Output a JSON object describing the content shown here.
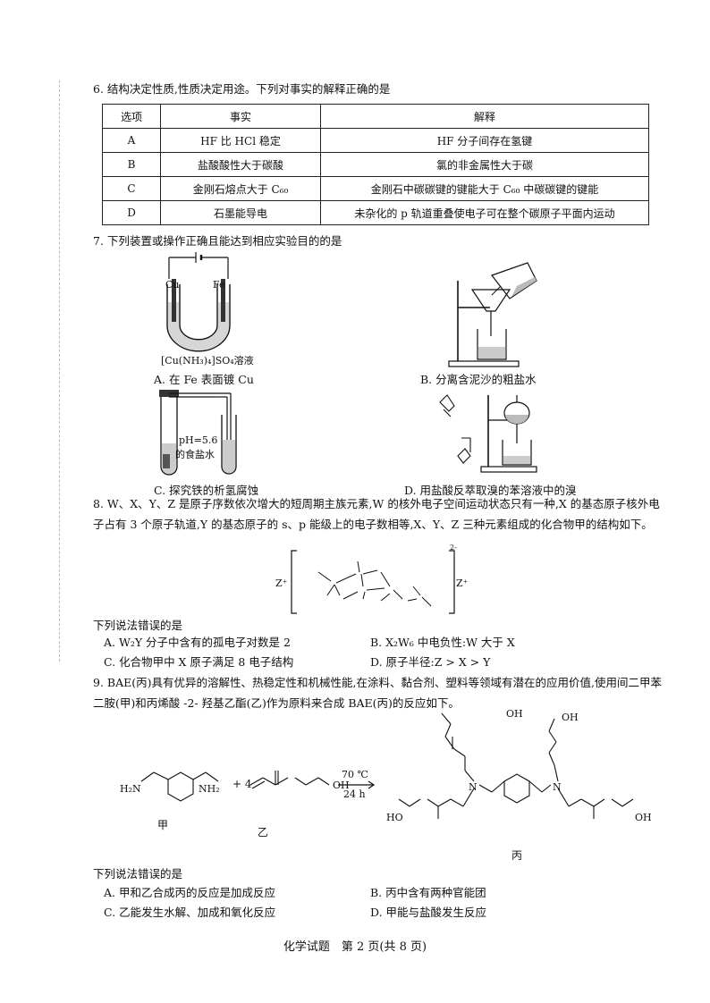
{
  "q6": {
    "stem": "6. 结构决定性质,性质决定用途。下列对事实的解释正确的是",
    "headers": [
      "选项",
      "事实",
      "解释"
    ],
    "rows": [
      [
        "A",
        "HF 比 HCl 稳定",
        "HF 分子间存在氢键"
      ],
      [
        "B",
        "盐酸酸性大于碳酸",
        "氯的非金属性大于碳"
      ],
      [
        "C",
        "金刚石熔点大于 C₆₀",
        "金刚石中碳碳键的键能大于 C₆₀ 中碳碳键的键能"
      ],
      [
        "D",
        "石墨能导电",
        "未杂化的 p 轨道重叠使电子可在整个碳原子平面内运动"
      ]
    ]
  },
  "q7": {
    "stem": "7. 下列装置或操作正确且能达到相应实验目的的是",
    "fig_a_labels": {
      "left": "Cu",
      "right": "Fe",
      "solution": "[Cu(NH₃)₄]SO₄溶液"
    },
    "fig_c_labels": {
      "ph": "pH=5.6",
      "salt": "的食盐水"
    },
    "caption_a": "A. 在 Fe 表面镀 Cu",
    "caption_b": "B. 分离含泥沙的粗盐水",
    "caption_c": "C. 探究铁的析氢腐蚀",
    "caption_d": "D. 用盐酸反萃取溴的苯溶液中的溴"
  },
  "q8": {
    "stem": "8. W、X、Y、Z 是原子序数依次增大的短周期主族元素,W 的核外电子空间运动状态只有一种,X 的基态原子核外电子占有 3 个原子轨道,Y 的基态原子的 s、p 能级上的电子数相等,X、Y、Z 三种元素组成的化合物甲的结构如下。",
    "structure": {
      "cation": "Z⁺",
      "charge": "2-"
    },
    "prompt": "下列说法错误的是",
    "options": {
      "A": "A. W₂Y 分子中含有的孤电子对数是 2",
      "B": "B. X₂W₆ 中电负性:W 大于 X",
      "C": "C. 化合物甲中 X 原子满足 8 电子结构",
      "D": "D. 原子半径:Z > X > Y"
    }
  },
  "q9": {
    "stem": "9. BAE(丙)具有优异的溶解性、热稳定性和机械性能,在涂料、黏合剂、塑料等领域有潜在的应用价值,使用间二甲苯二胺(甲)和丙烯酸 -2- 羟基乙酯(乙)作为原料来合成 BAE(丙)的反应如下。",
    "reaction": {
      "coef": "+ 4",
      "cond_top": "70 ℃",
      "cond_bottom": "24 h",
      "label_jia": "甲",
      "label_yi": "乙",
      "label_bing": "丙",
      "h2n": "H₂N",
      "nh2": "NH₂",
      "oh": "OH",
      "ho": "HO",
      "n": "N"
    },
    "prompt": "下列说法错误的是",
    "options": {
      "A": "A. 甲和乙合成丙的反应是加成反应",
      "B": "B. 丙中含有两种官能团",
      "C": "C. 乙能发生水解、加成和氧化反应",
      "D": "D. 甲能与盐酸发生反应"
    }
  },
  "footer": "化学试题　第 2 页(共 8 页)"
}
